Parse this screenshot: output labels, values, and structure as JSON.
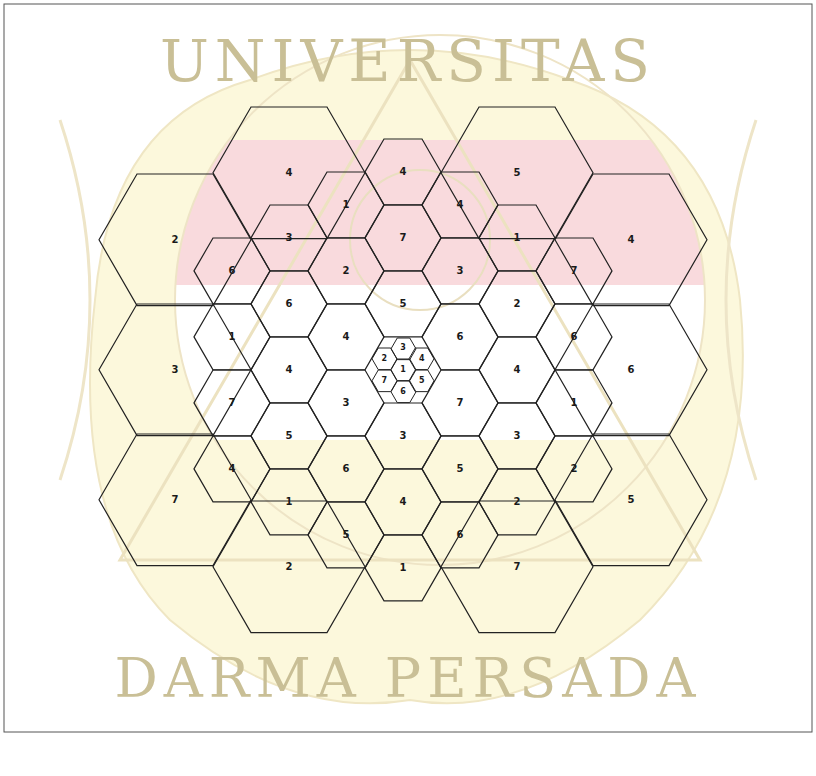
{
  "diagram": {
    "nodes": [
      {
        "text": [
          "4"
        ]
      },
      {
        "text": [
          "4"
        ]
      },
      {
        "text": [
          "5"
        ]
      },
      {
        "text": [
          "1"
        ]
      },
      {
        "text": [
          "4"
        ]
      },
      {
        "text": [
          "3"
        ]
      },
      {
        "text": [
          "7"
        ]
      },
      {
        "text": [
          "1"
        ]
      },
      {
        "text": [
          "2"
        ]
      },
      {
        "text": [
          "4"
        ]
      },
      {
        "text": [
          "6"
        ]
      },
      {
        "text": [
          "2"
        ]
      },
      {
        "text": [
          "3"
        ]
      },
      {
        "text": [
          "7"
        ]
      },
      {
        "text": [
          "6"
        ]
      },
      {
        "text": [
          "5"
        ]
      },
      {
        "text": [
          "2"
        ]
      },
      {
        "text": [
          "1"
        ]
      },
      {
        "text": [
          "4"
        ]
      },
      {
        "text": [
          "6"
        ]
      },
      {
        "text": [
          "6"
        ]
      },
      {
        "text": [
          "3"
        ]
      },
      {
        "text": [
          "2"
        ]
      },
      {
        "text": [
          "4"
        ]
      },
      {
        "text": [
          "3"
        ]
      },
      {
        "text": [
          "4"
        ]
      },
      {
        "text": [
          "1"
        ]
      },
      {
        "text": [
          "4"
        ]
      },
      {
        "text": [
          "6"
        ]
      },
      {
        "text": [
          "7"
        ]
      },
      {
        "text": [
          "5"
        ]
      },
      {
        "text": [
          "6"
        ]
      },
      {
        "text": [
          "7"
        ]
      },
      {
        "text": [
          "3"
        ]
      },
      {
        "text": [
          "7"
        ]
      },
      {
        "text": [
          "1"
        ]
      },
      {
        "text": [
          "5"
        ]
      },
      {
        "text": [
          "3"
        ]
      },
      {
        "text": [
          "3"
        ]
      },
      {
        "text": [
          "4"
        ]
      },
      {
        "text": [
          "6"
        ]
      },
      {
        "text": [
          "5"
        ]
      },
      {
        "text": [
          "2"
        ]
      },
      {
        "text": [
          "7"
        ]
      },
      {
        "text": [
          "5"
        ]
      },
      {
        "text": [
          "1"
        ]
      },
      {
        "text": [
          "4"
        ]
      },
      {
        "text": [
          "2"
        ]
      },
      {
        "text": [
          "5"
        ]
      },
      {
        "text": [
          "6"
        ]
      },
      {
        "text": [
          "2"
        ]
      },
      {
        "text": [
          "7"
        ]
      },
      {
        "text": [
          "1"
        ]
      }
    ],
    "labels": [
      "UNIVERSITAS",
      "DARMA PERSADA"
    ]
  }
}
